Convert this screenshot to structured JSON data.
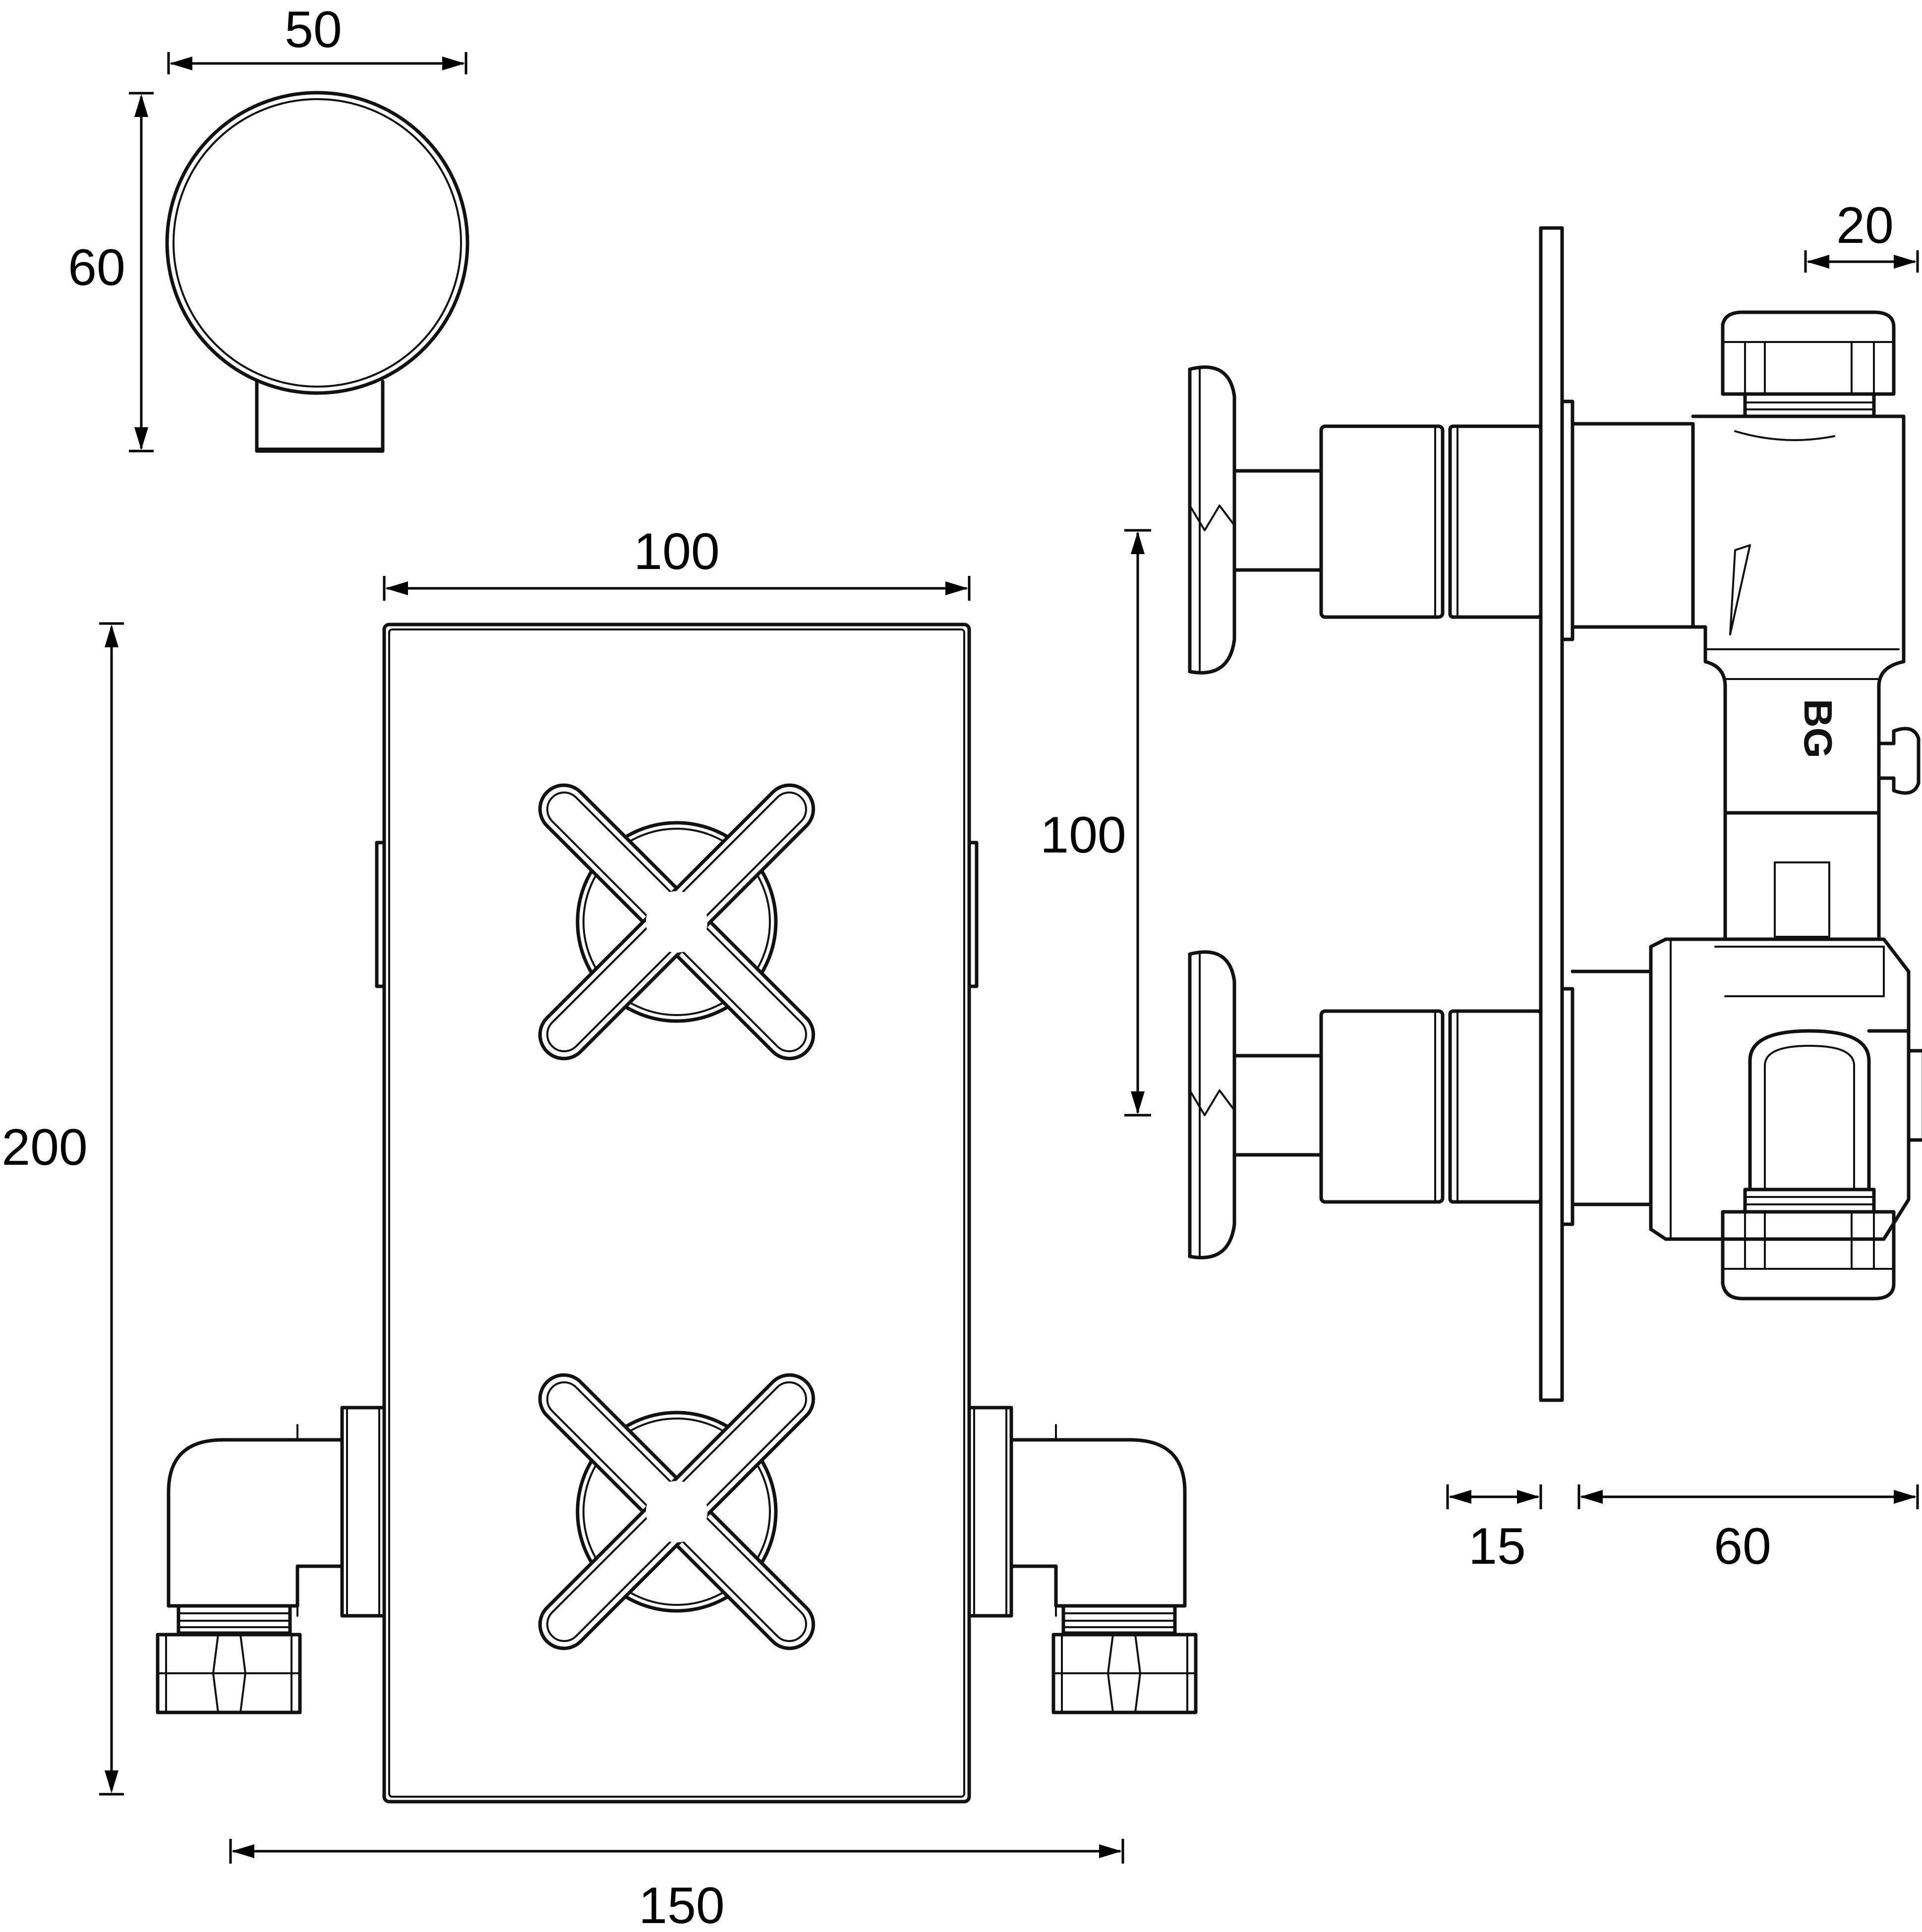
{
  "dimensions": {
    "handle_width": "50",
    "handle_height": "60",
    "plate_width": "100",
    "plate_height": "200",
    "overall_width": "150",
    "handle_spacing": "100",
    "outlet_projection": "20",
    "plate_depth": "15",
    "body_depth": "60"
  },
  "logo": "BG"
}
